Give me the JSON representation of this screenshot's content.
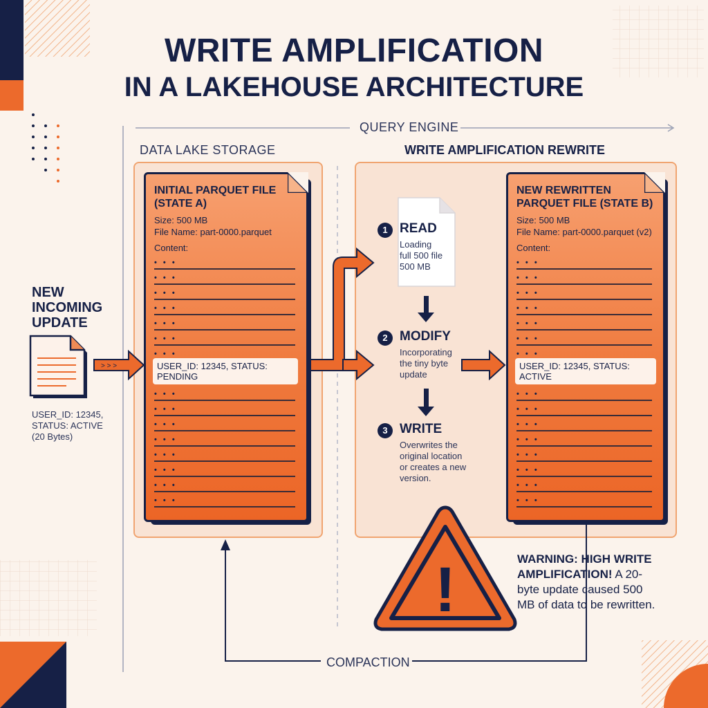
{
  "title": {
    "line1": "WRITE AMPLIFICATION",
    "line2": "IN A LAKEHOUSE ARCHITECTURE"
  },
  "labels": {
    "query_engine": "QUERY ENGINE",
    "storage": "DATA LAKE STORAGE",
    "rewrite": "WRITE AMPLIFICATION REWRITE",
    "compaction": "COMPACTION"
  },
  "incoming": {
    "heading_line1": "NEW",
    "heading_line2": "INCOMING",
    "heading_line3": "UPDATE",
    "line1": "USER_ID: 12345,",
    "line2": "STATUS: ACTIVE",
    "line3": "(20 Bytes)"
  },
  "file_a": {
    "title_line1": "INITIAL PARQUET FILE",
    "title_line2": "(STATE A)",
    "size": "Size: 500 MB",
    "name": "File Name: part-0000.parquet",
    "content": "Content:",
    "row_marker": "• • •",
    "highlight": "USER_ID: 12345, STATUS: PENDING"
  },
  "file_b": {
    "title_line1": "NEW REWRITTEN",
    "title_line2": "PARQUET FILE (STATE B)",
    "size": "Size: 500 MB",
    "name": "File Name: part-0000.parquet (v2)",
    "content": "Content:",
    "row_marker": "• • •",
    "highlight": "USER_ID: 12345, STATUS: ACTIVE"
  },
  "steps": [
    {
      "num": "1",
      "title": "READ",
      "line1": "Loading",
      "line2": "full 500 file",
      "line3": "500 MB",
      "line4": ""
    },
    {
      "num": "2",
      "title": "MODIFY",
      "line1": "Incorporating",
      "line2": "the tiny byte",
      "line3": "update",
      "line4": ""
    },
    {
      "num": "3",
      "title": "WRITE",
      "line1": "Overwrites the",
      "line2": "original location",
      "line3": "or creates a new",
      "line4": "version."
    }
  ],
  "warning": {
    "glyph": "!",
    "line1_bold": "WARNING: HIGH WRITE",
    "line2_bold": "AMPLIFICATION!",
    "line2_rest": " A 20-",
    "line3": "byte update caused 500",
    "line4": "MB of data to be rewritten."
  },
  "colors": {
    "navy": "#162046",
    "orange": "#ec6a2c",
    "panel_fill": "#f9e3d4",
    "background": "#fbf3ec"
  }
}
